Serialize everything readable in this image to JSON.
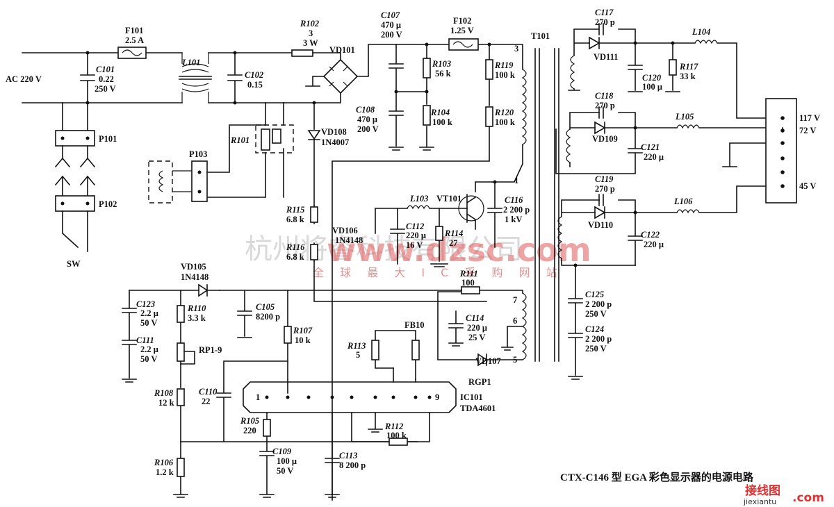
{
  "title": "CTX-C146 型 EGA 彩色显示器的电源电路",
  "watermark": {
    "company": "杭州将睿科技有限公司",
    "url": "www.dzsc.com",
    "slogan": "全 球 最 大 I C 采 购 网 站"
  },
  "site_logo": {
    "text": "接线图",
    "domain": "jiexiantu",
    "tld": ".com"
  },
  "input": {
    "ac": "AC 220 V",
    "switch": "SW"
  },
  "connectors": {
    "p101": "P101",
    "p102": "P102",
    "p103": "P103"
  },
  "components": {
    "f101": {
      "ref": "F101",
      "value": "2.5 A"
    },
    "f102": {
      "ref": "F102",
      "value": "1.25 V"
    },
    "c101": {
      "ref": "C101",
      "v1": "0.22",
      "v2": "250 V"
    },
    "l101": {
      "ref": "L101"
    },
    "c102": {
      "ref": "C102",
      "v1": "0.15"
    },
    "r102": {
      "ref": "R102",
      "v1": "3",
      "v2": "3 W"
    },
    "vd101": {
      "ref": "VD101"
    },
    "r101": {
      "ref": "R101"
    },
    "vd108": {
      "ref": "VD108",
      "v1": "1N4007"
    },
    "c107": {
      "ref": "C107",
      "v1": "470 μ",
      "v2": "200 V"
    },
    "c108": {
      "ref": "C108",
      "v1": "470 μ",
      "v2": "200 V"
    },
    "r103": {
      "ref": "R103",
      "v1": "56 k"
    },
    "r104": {
      "ref": "R104",
      "v1": "100 k"
    },
    "r119": {
      "ref": "R119",
      "v1": "100 k"
    },
    "r120": {
      "ref": "R120",
      "v1": "100 k"
    },
    "r115": {
      "ref": "R115",
      "v1": "6.8 k"
    },
    "r116": {
      "ref": "R116",
      "v1": "6.8 k"
    },
    "vd106": {
      "ref": "VD106",
      "v1": "1N4148"
    },
    "l103": {
      "ref": "L103"
    },
    "vt101": {
      "ref": "VT101"
    },
    "c112": {
      "ref": "C112",
      "v1": "220 μ",
      "v2": "16 V"
    },
    "r114": {
      "ref": "R114",
      "v1": "27"
    },
    "c116": {
      "ref": "C116",
      "v1": "2 200 p",
      "v2": "1 kV"
    },
    "r111": {
      "ref": "R111",
      "v1": "100"
    },
    "vd105": {
      "ref": "VD105",
      "v1": "1N4148"
    },
    "c123": {
      "ref": "C123",
      "v1": "2.2 μ",
      "v2": "50 V"
    },
    "c111": {
      "ref": "C111",
      "v1": "2.2 μ",
      "v2": "50 V"
    },
    "r110": {
      "ref": "R110",
      "v1": "3.3 k"
    },
    "rp1": {
      "ref": "RP1-9"
    },
    "c105": {
      "ref": "C105",
      "v1": "8200 p"
    },
    "r107": {
      "ref": "R107",
      "v1": "10 k"
    },
    "c114": {
      "ref": "C114",
      "v1": "220 μ",
      "v2": "25 V"
    },
    "r113": {
      "ref": "R113",
      "v1": "5"
    },
    "fb10": {
      "ref": "FB10"
    },
    "vd107": {
      "ref": "VD107",
      "v1": "RGP1"
    },
    "r108": {
      "ref": "R108",
      "v1": "12 k"
    },
    "c110": {
      "ref": "C110",
      "v1": "22"
    },
    "ic101": {
      "ref": "IC101",
      "v1": "TDA4601",
      "pin1": "1",
      "pin9": "9"
    },
    "r105": {
      "ref": "R105",
      "v1": "220"
    },
    "r112": {
      "ref": "R112",
      "v1": "100 k"
    },
    "c109": {
      "ref": "C109",
      "v1": "100 μ",
      "v2": "50 V"
    },
    "r106": {
      "ref": "R106",
      "v1": "1.2 k"
    },
    "c113": {
      "ref": "C113",
      "v1": "8 200 p"
    },
    "t101": {
      "ref": "T101",
      "pins": [
        "3",
        "1",
        "7",
        "6",
        "5"
      ]
    },
    "c117": {
      "ref": "C117",
      "v1": "270 p"
    },
    "vd111": {
      "ref": "VD111"
    },
    "l104": {
      "ref": "L104"
    },
    "c120": {
      "ref": "C120",
      "v1": "100 μ"
    },
    "r117": {
      "ref": "R117",
      "v1": "33 k"
    },
    "c118": {
      "ref": "C118",
      "v1": "270 p"
    },
    "vd109": {
      "ref": "VD109"
    },
    "l105": {
      "ref": "L105"
    },
    "c121": {
      "ref": "C121",
      "v1": "220 μ"
    },
    "c119": {
      "ref": "C119",
      "v1": "270 p"
    },
    "vd110": {
      "ref": "VD110"
    },
    "l106": {
      "ref": "L106"
    },
    "c122": {
      "ref": "C122",
      "v1": "220 μ"
    },
    "c125": {
      "ref": "C125",
      "v1": "2 200 p",
      "v2": "250 V"
    },
    "c124": {
      "ref": "C124",
      "v1": "2 200 p",
      "v2": "250 V"
    }
  },
  "outputs": [
    "117 V",
    "72 V",
    "45 V"
  ]
}
